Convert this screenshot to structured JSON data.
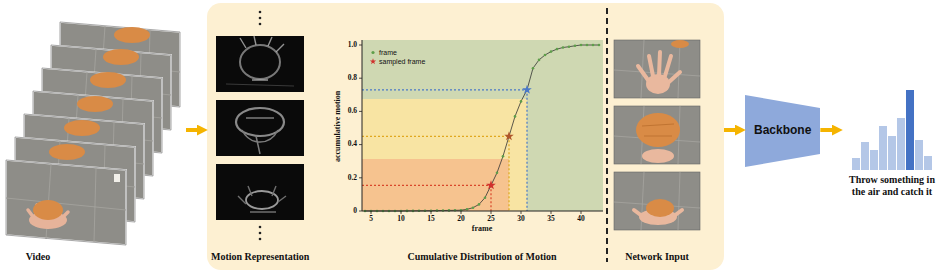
{
  "diagram": {
    "nodes": [
      {
        "text": [
          "Video"
        ]
      },
      {
        "text": [
          "Motion Representation",
          "Cumulative Distribution of Motion",
          "Network Input"
        ]
      },
      {
        "text": [
          "Backbone"
        ]
      },
      {
        "text": [
          "Throw something in the air and catch it"
        ]
      }
    ],
    "edges": [
      {
        "from": 0,
        "to": 1,
        "arrow": "to"
      },
      {
        "from": 1,
        "to": 2,
        "arrow": "to"
      },
      {
        "from": 2,
        "to": 3,
        "arrow": "to"
      }
    ],
    "labels": [
      "accumulative motion",
      "1.0",
      "0.8",
      "0.6",
      "0.4",
      "0.2",
      "0",
      "5",
      "10",
      "15",
      "20",
      "25",
      "30",
      "35",
      "40",
      "frame"
    ],
    "legend": [
      {
        "text": "frame"
      },
      {
        "text": "sampled frame"
      }
    ]
  }
}
